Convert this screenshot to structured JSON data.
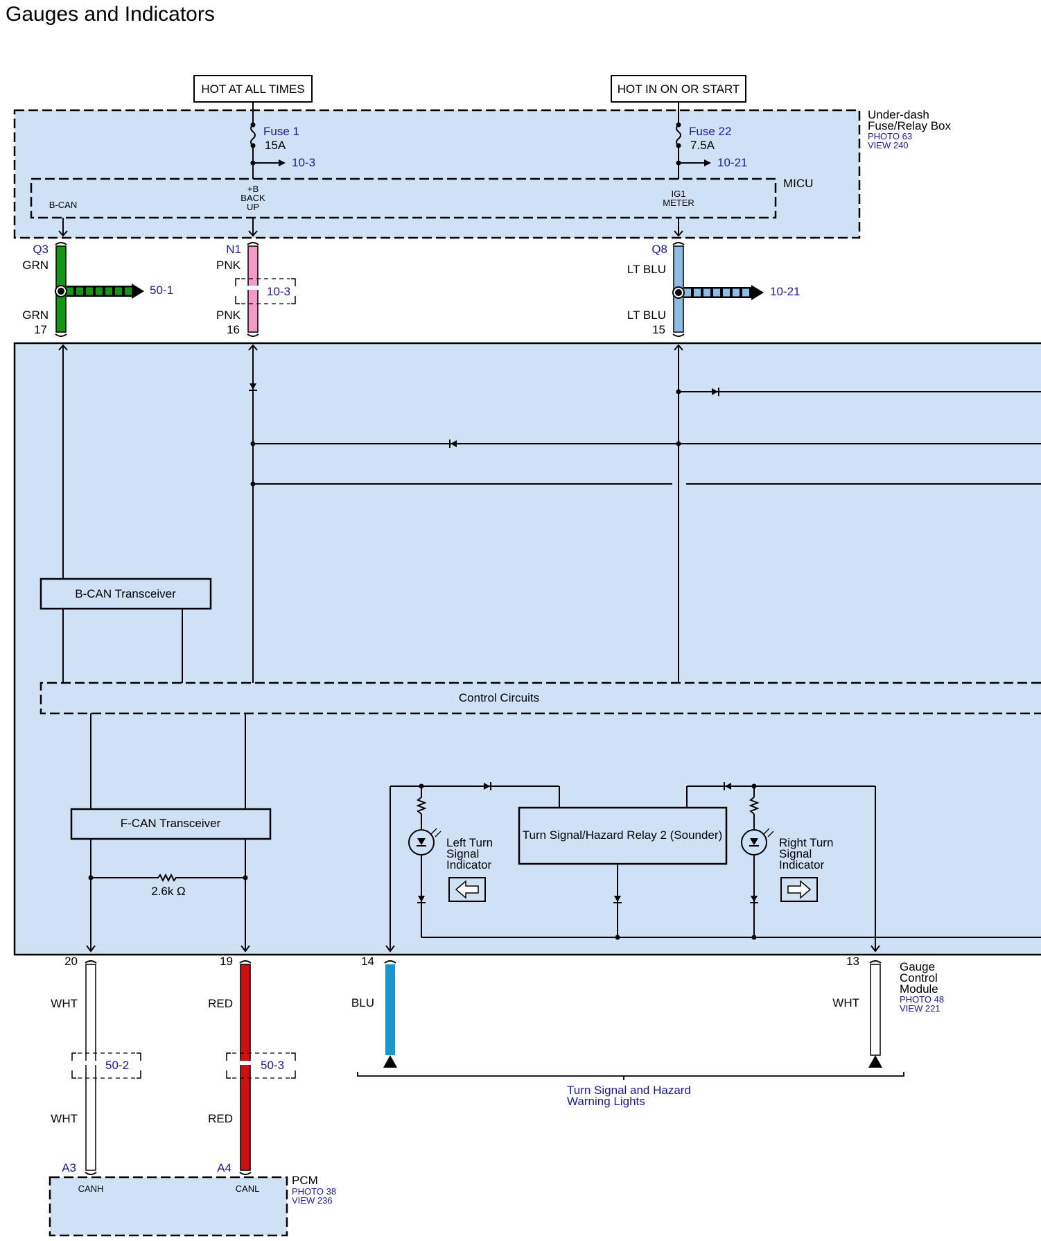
{
  "title": "Gauges and Indicators",
  "power": {
    "hot_at_all_times": "HOT AT ALL TIMES",
    "hot_in_on_or_start": "HOT IN ON OR START"
  },
  "fuse_box": {
    "name": "Under-dash Fuse/Relay Box",
    "name_line1": "Under-dash",
    "name_line2": "Fuse/Relay Box",
    "photo": "PHOTO 63",
    "view": "VIEW 240",
    "fuse1_name": "Fuse 1",
    "fuse1_rating": "15A",
    "fuse1_ref": "10-3",
    "fuse22_name": "Fuse 22",
    "fuse22_rating": "7.5A",
    "fuse22_ref": "10-21"
  },
  "micu": {
    "name": "MICU",
    "bcan": "B-CAN",
    "backup_1": "+B",
    "backup_2": "BACK",
    "backup_3": "UP",
    "ig1_1": "IG1",
    "ig1_2": "METER"
  },
  "top_wires": [
    {
      "connector": "Q3",
      "color_top": "GRN",
      "color_bottom": "GRN",
      "pin": "17",
      "splice_ref": "50-1",
      "hex": "#149614"
    },
    {
      "connector": "N1",
      "color_top": "PNK",
      "color_bottom": "PNK",
      "pin": "16",
      "splice_ref": "10-3",
      "hex": "#f49ac8"
    },
    {
      "connector": "Q8",
      "color_top": "LT BLU",
      "color_bottom": "LT BLU",
      "pin": "15",
      "splice_ref": "10-21",
      "hex": "#8cbde6"
    }
  ],
  "gauge_module": {
    "name_line1": "Gauge",
    "name_line2": "Control",
    "name_line3": "Module",
    "photo": "PHOTO 48",
    "view": "VIEW 221",
    "bcan_transceiver": "B-CAN Transceiver",
    "control_circuits": "Control Circuits",
    "fcan_transceiver": "F-CAN Transceiver",
    "resistor": "2.6k Ω",
    "relay": "Turn Signal/Hazard Relay 2 (Sounder)",
    "left_ind_1": "Left Turn",
    "left_ind_2": "Signal",
    "left_ind_3": "Indicator",
    "right_ind_1": "Right Turn",
    "right_ind_2": "Signal",
    "right_ind_3": "Indicator"
  },
  "bottom_wires": [
    {
      "pin": "20",
      "color_top": "WHT",
      "color_bottom": "WHT",
      "splice_ref": "50-2",
      "connector": "A3",
      "hex": "#ffffff"
    },
    {
      "pin": "19",
      "color_top": "RED",
      "color_bottom": "RED",
      "splice_ref": "50-3",
      "connector": "A4",
      "hex": "#d01010"
    },
    {
      "pin": "14",
      "color_top": "BLU",
      "hex": "#1a96cc"
    },
    {
      "pin": "13",
      "color_top": "WHT",
      "hex": "#ffffff"
    }
  ],
  "turn_signal_ref_1": "Turn Signal and Hazard",
  "turn_signal_ref_2": "Warning Lights",
  "pcm": {
    "name": "PCM",
    "photo": "PHOTO 38",
    "view": "VIEW 236",
    "canh": "CANH",
    "canl": "CANL"
  },
  "colors": {
    "module_fill": "#cfe2f5",
    "link_blue": "#1a1aa0"
  }
}
